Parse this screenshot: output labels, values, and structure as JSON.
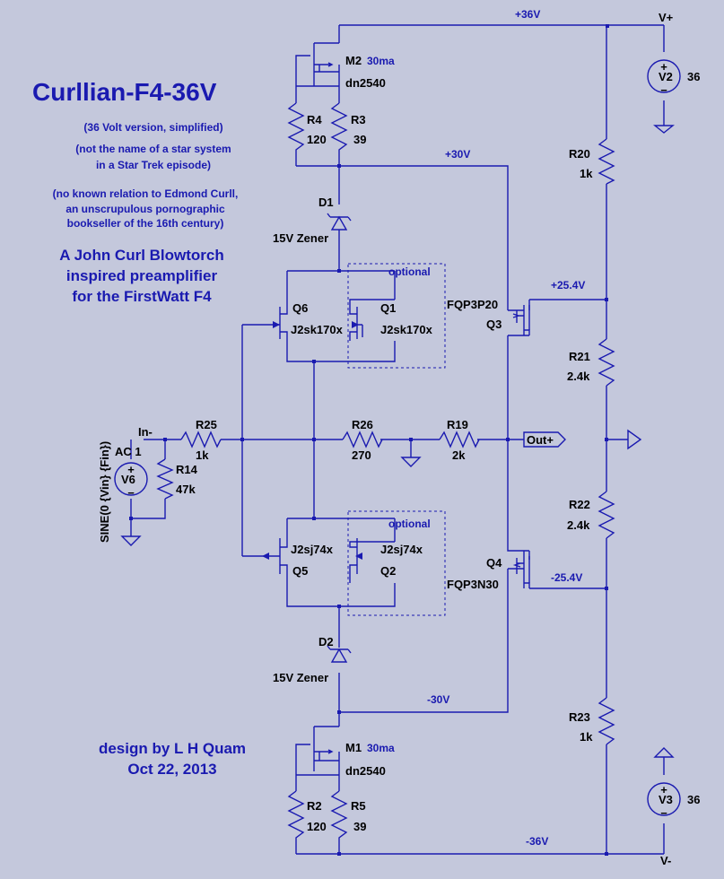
{
  "title": "Curllian-F4-36V",
  "notes": {
    "version": "(36 Volt version, simplified)",
    "star1": "(not the name of a star system",
    "star2": "in a Star Trek episode)",
    "curl1": "(no known relation to Edmond Curll,",
    "curl2": "an unscrupulous pornographic",
    "curl3": "bookseller of the 16th century)",
    "blow1": "A John Curl Blowtorch",
    "blow2": "inspired preamplifier",
    "blow3": "for the FirstWatt F4",
    "credit1": "design by L H Quam",
    "credit2": "Oct 22, 2013"
  },
  "nets": {
    "p36": "+36V",
    "vplus": "V+",
    "p30": "+30V",
    "p254": "+25.4V",
    "m254": "-25.4V",
    "m30": "-30V",
    "m36": "-36V",
    "vminus": "V-",
    "in": "In-",
    "out": "Out+"
  },
  "parts": {
    "m2": "M2",
    "m2_cur": "30ma",
    "m2_val": "dn2540",
    "m1": "M1",
    "m1_cur": "30ma",
    "m1_val": "dn2540",
    "r4": "R4",
    "r4_val": "120",
    "r3": "R3",
    "r3_val": "39",
    "r2": "R2",
    "r2_val": "120",
    "r5": "R5",
    "r5_val": "39",
    "d1": "D1",
    "d1_val": "15V Zener",
    "d2": "D2",
    "d2_val": "15V Zener",
    "q6": "Q6",
    "q6_val": "J2sk170x",
    "q1": "Q1",
    "q1_val": "J2sk170x",
    "q5": "Q5",
    "q5_val": "J2sj74x",
    "q2": "Q2",
    "q2_val": "J2sj74x",
    "opt_top": "optional",
    "opt_bot": "optional",
    "q3": "Q3",
    "q3_val": "FQP3P20",
    "q4": "Q4",
    "q4_val": "FQP3N30",
    "r25": "R25",
    "r25_val": "1k",
    "r14": "R14",
    "r14_val": "47k",
    "r26": "R26",
    "r26_val": "270",
    "r19": "R19",
    "r19_val": "2k",
    "r20": "R20",
    "r20_val": "1k",
    "r21": "R21",
    "r21_val": "2.4k",
    "r22": "R22",
    "r22_val": "2.4k",
    "r23": "R23",
    "r23_val": "1k",
    "v2": "V2",
    "v2_val": "36",
    "v3": "V3",
    "v3_val": "36",
    "v6": "V6",
    "v6_ac": "AC 1",
    "v6_sine": "SINE(0 {Vin} {Fin})"
  }
}
